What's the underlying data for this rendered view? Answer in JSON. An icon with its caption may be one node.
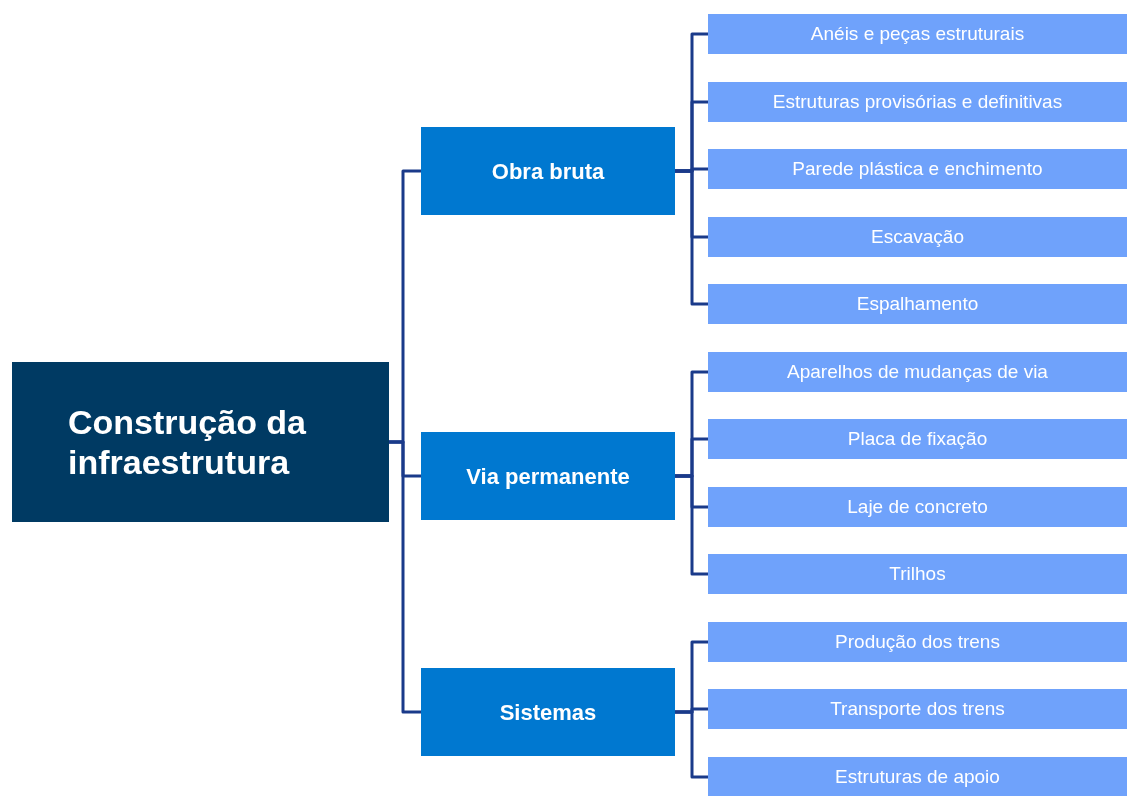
{
  "diagram": {
    "nodes": [
      {
        "text": [
          "Construção da infraestrutura"
        ]
      },
      {
        "text": [
          "Obra bruta"
        ]
      },
      {
        "text": [
          "Anéis e peças estruturais"
        ]
      },
      {
        "text": [
          "Estruturas provisórias e definitivas"
        ]
      },
      {
        "text": [
          "Parede plástica e enchimento"
        ]
      },
      {
        "text": [
          "Escavação"
        ]
      },
      {
        "text": [
          "Espalhamento"
        ]
      },
      {
        "text": [
          "Via permanente"
        ]
      },
      {
        "text": [
          "Aparelhos de mudanças de via"
        ]
      },
      {
        "text": [
          "Placa de fixação"
        ]
      },
      {
        "text": [
          "Laje de concreto"
        ]
      },
      {
        "text": [
          "Trilhos"
        ]
      },
      {
        "text": [
          "Sistemas"
        ]
      },
      {
        "text": [
          "Produção dos trens"
        ]
      },
      {
        "text": [
          "Transporte dos trens"
        ]
      },
      {
        "text": [
          "Estruturas de apoio"
        ]
      }
    ],
    "edges": [
      {
        "from": 0,
        "to": 1,
        "arrow": "none"
      },
      {
        "from": 0,
        "to": 7,
        "arrow": "none"
      },
      {
        "from": 0,
        "to": 12,
        "arrow": "none"
      },
      {
        "from": 1,
        "to": 2,
        "arrow": "none"
      },
      {
        "from": 1,
        "to": 3,
        "arrow": "none"
      },
      {
        "from": 1,
        "to": 4,
        "arrow": "none"
      },
      {
        "from": 1,
        "to": 5,
        "arrow": "none"
      },
      {
        "from": 1,
        "to": 6,
        "arrow": "none"
      },
      {
        "from": 7,
        "to": 8,
        "arrow": "none"
      },
      {
        "from": 7,
        "to": 9,
        "arrow": "none"
      },
      {
        "from": 7,
        "to": 10,
        "arrow": "none"
      },
      {
        "from": 7,
        "to": 11,
        "arrow": "none"
      },
      {
        "from": 12,
        "to": 13,
        "arrow": "none"
      },
      {
        "from": 12,
        "to": 14,
        "arrow": "none"
      },
      {
        "from": 12,
        "to": 15,
        "arrow": "none"
      }
    ]
  }
}
